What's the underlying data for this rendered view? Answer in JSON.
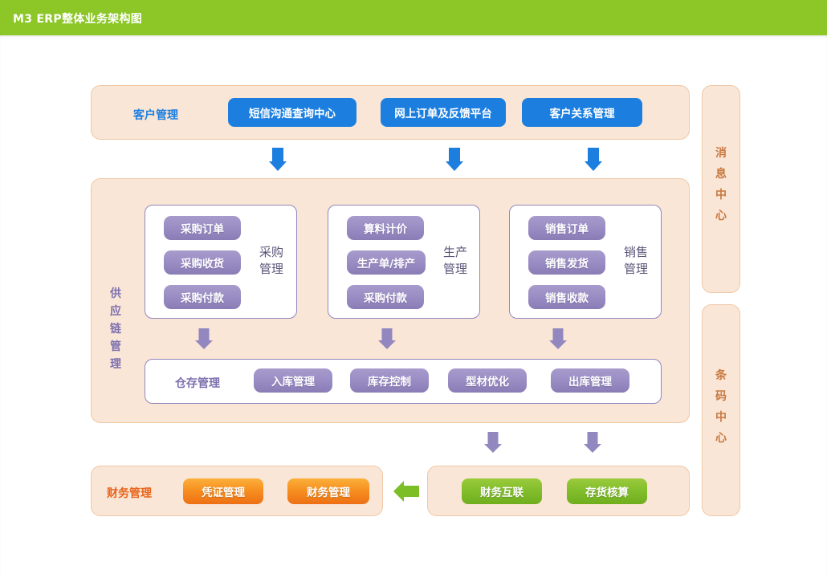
{
  "header": {
    "title": "M3 ERP整体业务架构图",
    "bar_color": "#8CC627"
  },
  "customer_panel": {
    "label": "客户管理",
    "buttons": [
      {
        "label": "短信沟通查询中心"
      },
      {
        "label": "网上订单及反馈平台"
      },
      {
        "label": "客户关系管理"
      }
    ],
    "color": "#1C7FE0"
  },
  "arrows_top": [
    {
      "name": "arrow-to-purchase",
      "color": "#1C7FE0"
    },
    {
      "name": "arrow-to-production",
      "color": "#1C7FE0"
    },
    {
      "name": "arrow-to-sales",
      "color": "#1C7FE0"
    }
  ],
  "supply_chain": {
    "side_label": [
      "供",
      "应",
      "链",
      "管",
      "理"
    ],
    "groups": [
      {
        "title": [
          "采购",
          "管理"
        ],
        "items": [
          {
            "label": "采购订单"
          },
          {
            "label": "采购收货"
          },
          {
            "label": "采购付款"
          }
        ]
      },
      {
        "title": [
          "生产",
          "管理"
        ],
        "items": [
          {
            "label": "算料计价"
          },
          {
            "label": "生产单/排产"
          },
          {
            "label": "采购付款"
          }
        ]
      },
      {
        "title": [
          "销售",
          "管理"
        ],
        "items": [
          {
            "label": "销售订单"
          },
          {
            "label": "销售发货"
          },
          {
            "label": "销售收款"
          }
        ]
      }
    ],
    "warehouse": {
      "label": "仓存管理",
      "buttons": [
        {
          "label": "入库管理"
        },
        {
          "label": "库存控制"
        },
        {
          "label": "型材优化"
        },
        {
          "label": "出库管理"
        }
      ]
    },
    "color": "#9A8DC4"
  },
  "arrows_mid": [
    {
      "name": "arrow-purchase-to-warehouse",
      "color": "#9287BF"
    },
    {
      "name": "arrow-production-to-warehouse",
      "color": "#9287BF"
    },
    {
      "name": "arrow-sales-to-warehouse",
      "color": "#9287BF"
    }
  ],
  "arrows_bottom": [
    {
      "name": "arrow-to-finance-link",
      "color": "#9287BF"
    },
    {
      "name": "arrow-to-inventory-accounting",
      "color": "#9287BF"
    }
  ],
  "finance_panel": {
    "label": "财务管理",
    "buttons": [
      {
        "label": "凭证管理"
      },
      {
        "label": "财务管理"
      }
    ],
    "color": "#ED7014"
  },
  "merge_arrow": {
    "name": "arrow-green-left",
    "color": "#7BBE26"
  },
  "accounting_panel": {
    "buttons": [
      {
        "label": "财务互联"
      },
      {
        "label": "存货核算"
      }
    ],
    "color": "#83BE2C"
  },
  "side_panels": [
    {
      "name": "message-center",
      "chars": [
        "消",
        "息",
        "中",
        "心"
      ]
    },
    {
      "name": "barcode-center",
      "chars": [
        "条",
        "码",
        "中",
        "心"
      ]
    }
  ]
}
